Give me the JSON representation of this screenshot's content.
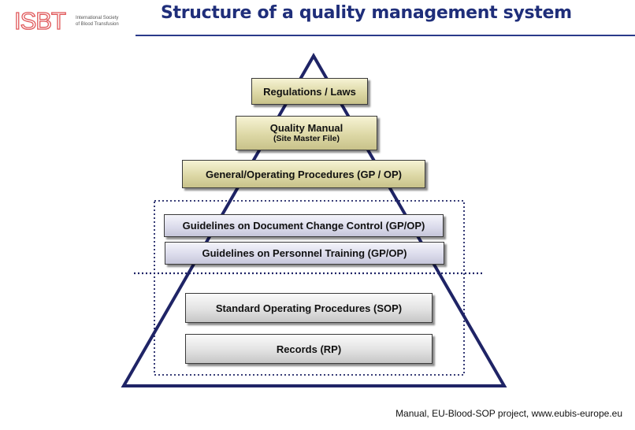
{
  "logo": {
    "mark": "ISBT",
    "org_line1": "International Society",
    "org_line2": "of Blood Transfusion"
  },
  "title": "Structure of a quality management system",
  "pyramid": {
    "regulations": "Regulations / Laws",
    "quality_manual": "Quality Manual",
    "quality_manual_sub": "(Site Master File)",
    "general_procedures": "General/Operating Procedures (GP / OP)",
    "guidelines_change_control": "Guidelines on Document Change Control (GP/OP)",
    "guidelines_training": "Guidelines on Personnel Training (GP/OP)",
    "sop": "Standard Operating Procedures (SOP)",
    "records": "Records (RP)"
  },
  "colors": {
    "title": "#1f2e7a",
    "pyramid_outline": "#1f2466",
    "logo": "#e0585a"
  },
  "footer": "Manual, EU-Blood-SOP project, www.eubis-europe.eu"
}
